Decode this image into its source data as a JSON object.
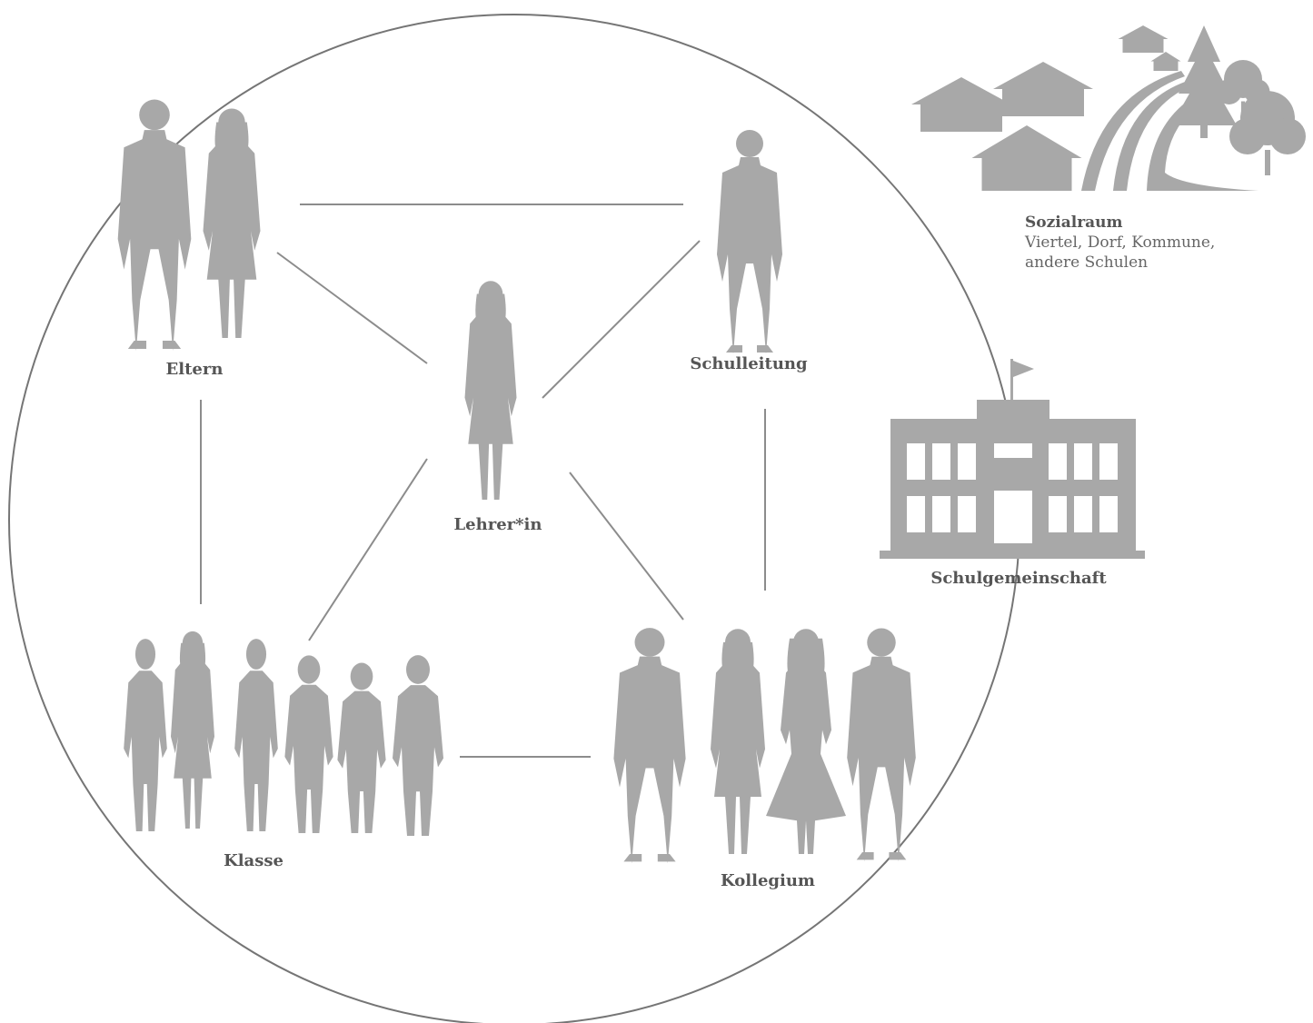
{
  "colors": {
    "silhouette": "#a8a8a8",
    "lines": "#8c8c8c",
    "circle": "#757575",
    "text": "#555555"
  },
  "nodes": {
    "eltern": "Eltern",
    "schulleitung": "Schulleitung",
    "lehrer": "Lehrer*in",
    "klasse": "Klasse",
    "kollegium": "Kollegium"
  },
  "outer": {
    "schulgemeinschaft": "Schulgemeinschaft",
    "sozialraum_title": "Sozialraum",
    "sozialraum_line1": "Viertel, Dorf, Kommune,",
    "sozialraum_line2": "andere Schulen"
  }
}
